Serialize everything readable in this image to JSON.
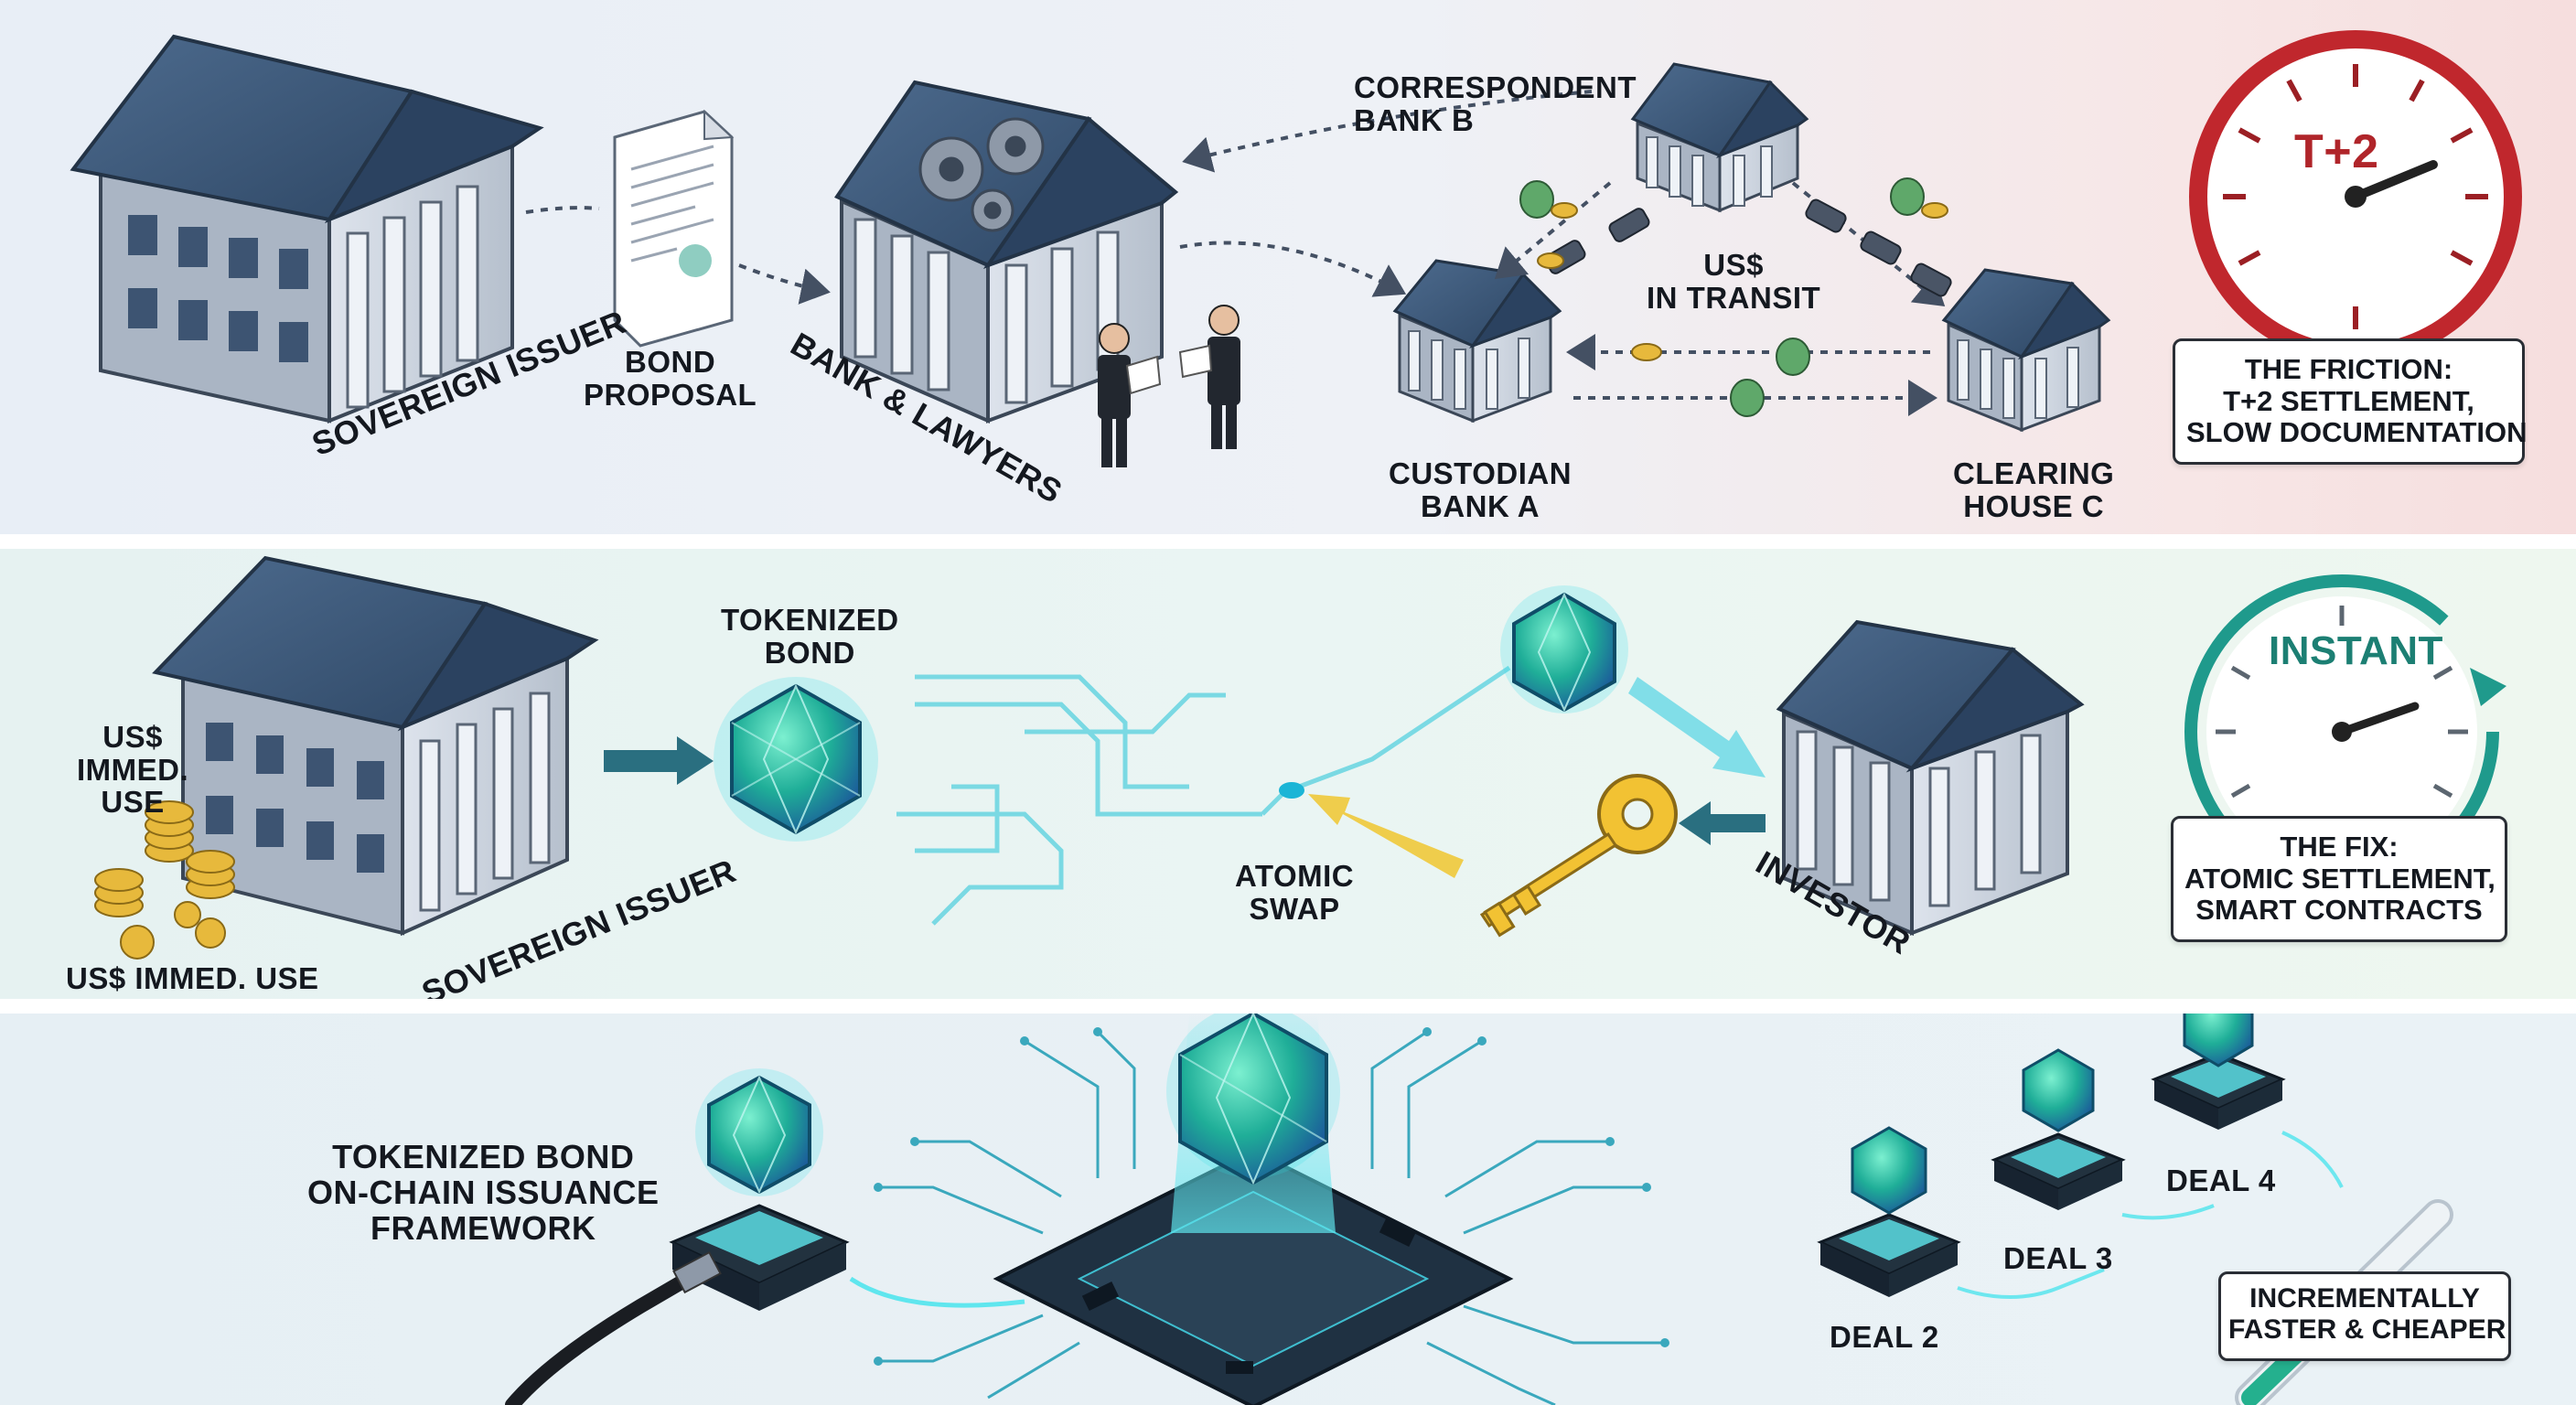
{
  "top": {
    "sovereign_issuer": "SOVEREIGN ISSUER",
    "bond_proposal": [
      "BOND",
      "PROPOSAL"
    ],
    "bank_lawyers": "BANK & LAWYERS",
    "correspondent_bank": [
      "CORRESPONDENT",
      "BANK B"
    ],
    "in_transit": [
      "US$",
      "IN TRANSIT"
    ],
    "custodian_bank": [
      "CUSTODIAN",
      "BANK A"
    ],
    "clearing_house": [
      "CLEARING",
      "HOUSE C"
    ],
    "clock_label": "T+2",
    "friction": [
      "THE FRICTION:",
      "T+2 SETTLEMENT,",
      "SLOW DOCUMENTATION"
    ]
  },
  "middle": {
    "usd_immed_use_stacked": [
      "US$",
      "IMMED.",
      "USE"
    ],
    "usd_immed_use": "US$ IMMED. USE",
    "sovereign_issuer": "SOVEREIGN ISSUER",
    "tokenized_bond": [
      "TOKENIZED",
      "BOND"
    ],
    "atomic_swap": [
      "ATOMIC",
      "SWAP"
    ],
    "investor": "INVESTOR",
    "clock_label": "INSTANT",
    "fix": [
      "THE FIX:",
      "ATOMIC SETTLEMENT,",
      "SMART CONTRACTS"
    ]
  },
  "bottom": {
    "framework": [
      "TOKENIZED BOND",
      "ON-CHAIN ISSUANCE",
      "FRAMEWORK"
    ],
    "deal_2": "DEAL 2",
    "deal_3": "DEAL 3",
    "deal_4": "DEAL 4",
    "incremental": [
      "INCREMENTALLY",
      "FASTER & CHEAPER"
    ]
  },
  "colors": {
    "bank_roof": "#3c5878",
    "bank_wall": "#c9d2de",
    "friction_red": "#c0272d",
    "fix_teal": "#1f9a8c",
    "token_glow": "#34e0e6"
  },
  "icons": [
    "bank-building-icon",
    "document-icon",
    "gears-icon",
    "businessman-icon",
    "car-icon",
    "money-bag-icon",
    "coin-icon",
    "clock-icon",
    "token-icon",
    "key-icon",
    "chip-icon",
    "usb-cable-icon",
    "progress-tube-icon"
  ]
}
